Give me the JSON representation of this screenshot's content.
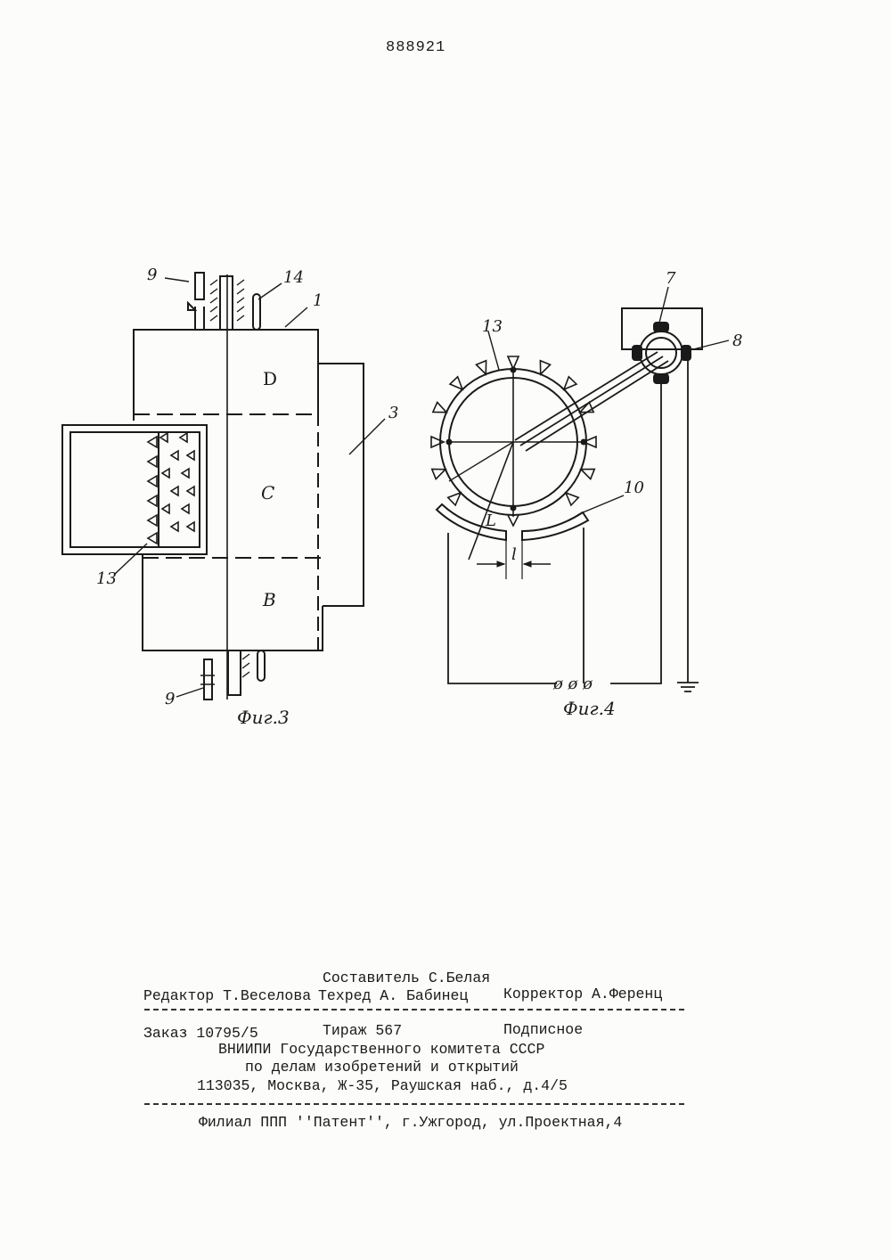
{
  "patent_number": "888921",
  "figure3": {
    "caption": "Фиг.3",
    "zone_labels": [
      "D",
      "C",
      "B"
    ],
    "callouts": [
      "9",
      "14",
      "1",
      "3",
      "13",
      "9"
    ]
  },
  "figure4": {
    "caption": "Фиг.4",
    "callouts": [
      "13",
      "7",
      "8",
      "10"
    ],
    "dimension_labels": [
      "L",
      "l"
    ],
    "terminal_symbol": "ø ø ø"
  },
  "imprint": {
    "compiler": "Составитель С.Белая",
    "editor": "Редактор Т.Веселова",
    "techred": "Техред А. Бабинец",
    "corrector": "Корректор А.Ференц",
    "order": "Заказ 10795/5",
    "circulation": "Тираж 567",
    "subscription": "Подписное",
    "org_line1": "ВНИИПИ Государственного комитета СССР",
    "org_line2": "по делам изобретений и открытий",
    "address": "113035, Москва, Ж-35, Раушская наб., д.4/5",
    "branch": "Филиал ППП ''Патент'', г.Ужгород, ул.Проектная,4"
  }
}
